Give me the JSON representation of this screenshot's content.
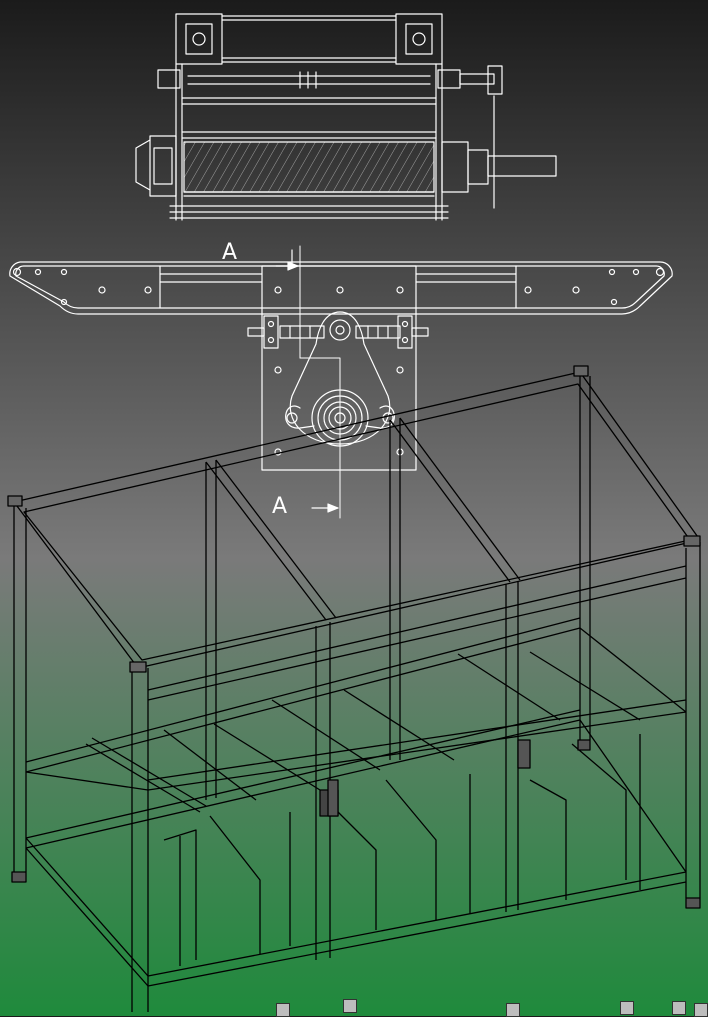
{
  "colors": {
    "background_top": "#1b1b1b",
    "background_mid": "#7a7a7a",
    "background_bottom": "#1f8a3c",
    "line": "#ffffff",
    "frame_line": "#000000",
    "tile": "#bdbdbd"
  },
  "labels": {
    "section_top": "A",
    "section_bottom": "A"
  },
  "views": [
    "roller-section-view",
    "conveyor-side-view",
    "frame-isometric-view"
  ]
}
